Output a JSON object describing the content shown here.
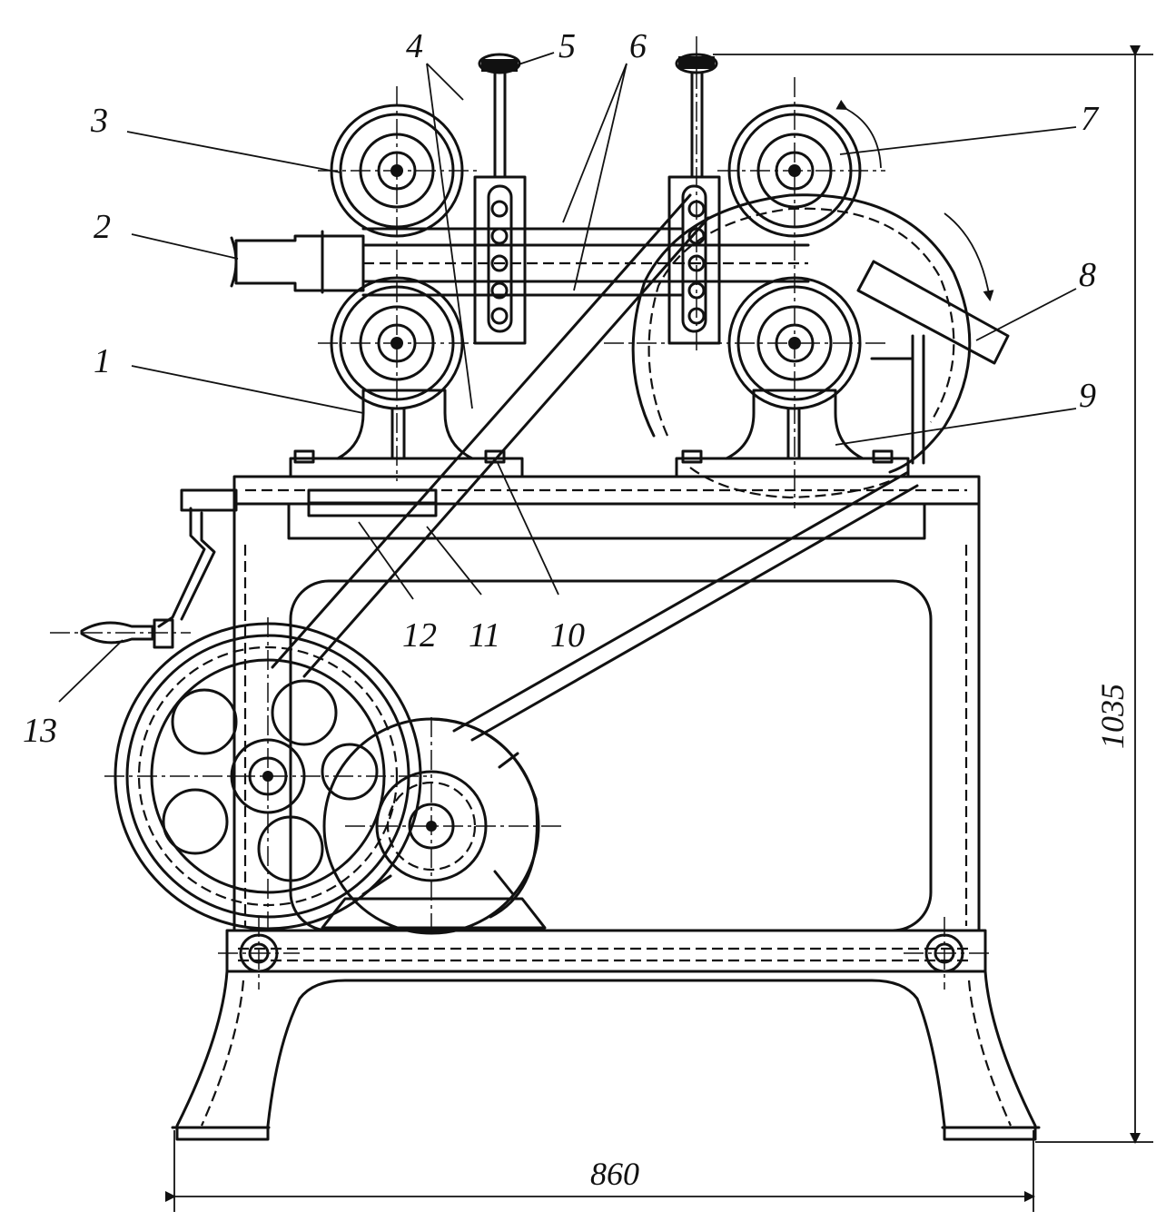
{
  "labels": {
    "l1": "1",
    "l2": "2",
    "l3": "3",
    "l4": "4",
    "l5": "5",
    "l6": "6",
    "l7": "7",
    "l8": "8",
    "l9": "9",
    "l10": "10",
    "l11": "11",
    "l12": "12",
    "l13": "13"
  },
  "dimensions": {
    "width": "860",
    "height": "1035"
  }
}
